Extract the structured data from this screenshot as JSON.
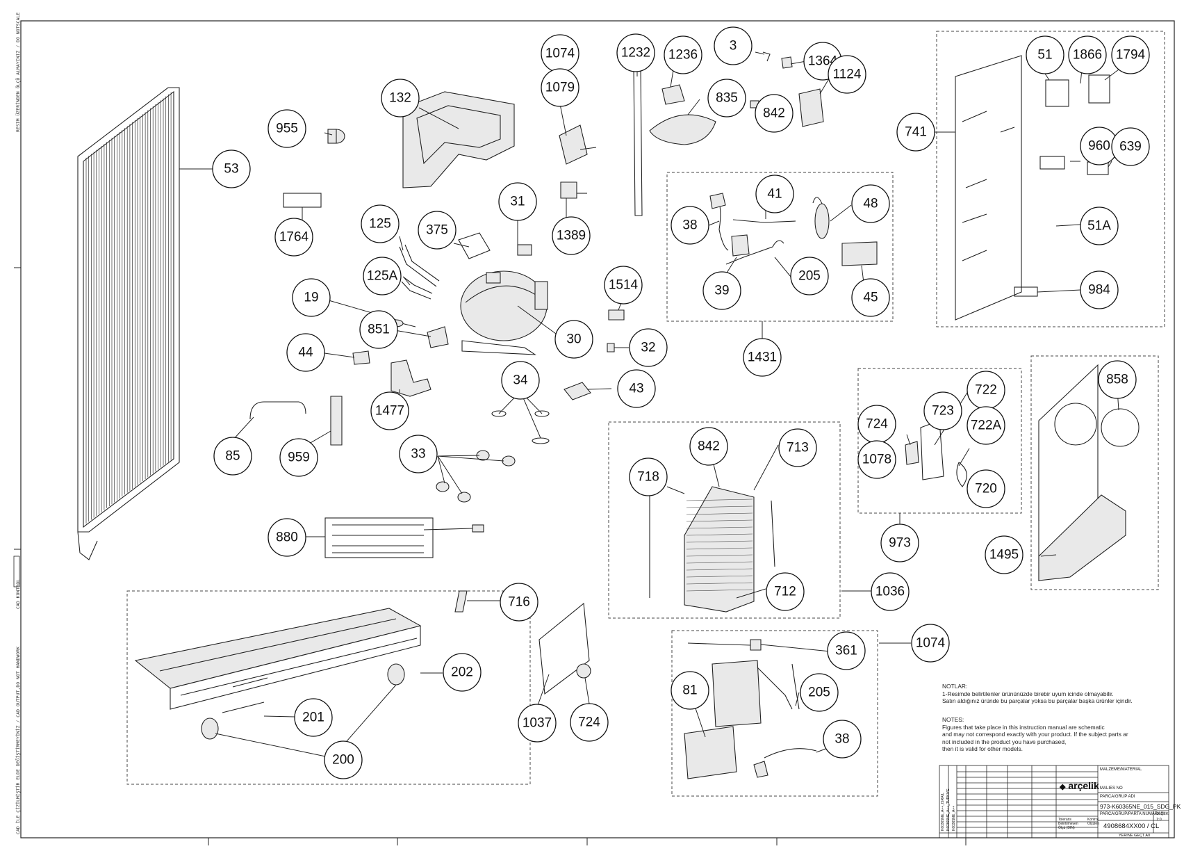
{
  "side_labels": {
    "top": "RESIM ÜZERİNDEN ÖLÇÜ ALMAYINIZ / DO NOTSCALE",
    "middle": "CAD KONTROL",
    "bottom": "CAD İLE ÇİZİLMİŞTİR ELDE DEĞİŞTİRMEYİNİZ / CAD OUTPUT,DO NOT HANDWORK"
  },
  "callouts": {
    "c53": "53",
    "c1764": "1764",
    "c955": "955",
    "c132": "132",
    "c125": "125",
    "c375": "375",
    "c125a": "125A",
    "c19": "19",
    "c851": "851",
    "c44": "44",
    "c1477": "1477",
    "c30": "30",
    "c31": "31",
    "c1074a": "1074",
    "c1079": "1079",
    "c1389": "1389",
    "c1232": "1232",
    "c1236": "1236",
    "c3": "3",
    "c1364": "1364",
    "c1124": "1124",
    "c835": "835",
    "c842a": "842",
    "c41": "41",
    "c48": "48",
    "c38a": "38",
    "c39": "39",
    "c205a": "205",
    "c45": "45",
    "c1431": "1431",
    "c1514": "1514",
    "c32": "32",
    "c34": "34",
    "c43": "43",
    "c33": "33",
    "c85": "85",
    "c959": "959",
    "c880": "880",
    "c716": "716",
    "c202": "202",
    "c201": "201",
    "c200": "200",
    "c1037": "1037",
    "c724a": "724",
    "c842b": "842",
    "c713": "713",
    "c718": "718",
    "c712": "712",
    "c1036": "1036",
    "c51": "51",
    "c1866": "1866",
    "c1794": "1794",
    "c741": "741",
    "c960": "960",
    "c639": "639",
    "c51a": "51A",
    "c984": "984",
    "c722": "722",
    "c724b": "724",
    "c723": "723",
    "c722a": "722A",
    "c1078": "1078",
    "c720": "720",
    "c973": "973",
    "c858": "858",
    "c1495": "1495",
    "c1074b": "1074",
    "c361": "361",
    "c81": "81",
    "c205b": "205",
    "c38b": "38"
  },
  "notes": {
    "tr_title": "NOTLAR:",
    "tr_1": "1-Resimde belirtilenler ürününüzde birebir  uyum icinde olmayabilir.",
    "tr_2": "Satın aldığınız üründe bu parçalar yoksa bu parçalar başka ürünler içindir.",
    "en_title": "NOTES:",
    "en_1": "Figures that take place in this instruction manual are schematic",
    "en_2": " and may not correspond exactly with your product. If the subject parts ar",
    "en_3": "not included in the product you have purchased,",
    "en_4": "then it is valid for other models."
  },
  "title_block": {
    "brand": "arçelik",
    "material_label": "MALZEME/MATERIAL",
    "model_label": "MALIES NO",
    "group_label": "PARCA/GRUP ADI",
    "group_name": "973-K60365NE_015_SDG_PK",
    "part_no_label": "PARCA/GRUP/PARTA NUMARASI",
    "part_no": "4908684XX00 / CL",
    "scale_label": "ÖLÇEK",
    "scale": "1:0",
    "sheet": "YERINE GEÇT  A0",
    "tolerance": "Tolerans Belirtilmeyen Ölçü (DIN)",
    "control": "Kontrol Ölçüleri",
    "revision_rows": [
      "K60365NE_A++_ISRAIL",
      "K60365NE_A++_TURKIYE",
      "K60365NE_A++"
    ]
  },
  "colors": {
    "line": "#222222",
    "paper": "#ffffff",
    "fill": "#e9e9e9"
  }
}
